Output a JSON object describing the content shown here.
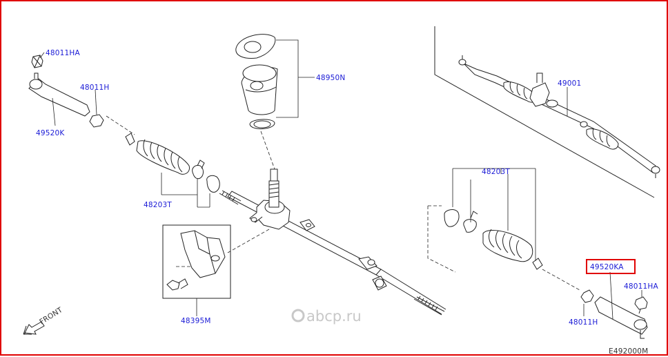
{
  "diagram": {
    "labels": {
      "nut_top_left": "48011HA",
      "nut_left": "48011H",
      "tie_rod_end_left": "49520K",
      "boot_left": "48203T",
      "boot_kit": "48950N",
      "bracket": "48395M",
      "rack_assembly": "49001",
      "boot_right": "48203T",
      "tie_rod_end_right": "49520KA",
      "nut_top_right": "48011HA",
      "nut_right": "48011H"
    },
    "direction": "FRONT",
    "watermark": "abcp.ru",
    "diagram_code": "E492000M",
    "colors": {
      "frame": "#e00000",
      "label": "#1a1ad6",
      "highlight": "#e00000",
      "line": "#222222"
    }
  }
}
